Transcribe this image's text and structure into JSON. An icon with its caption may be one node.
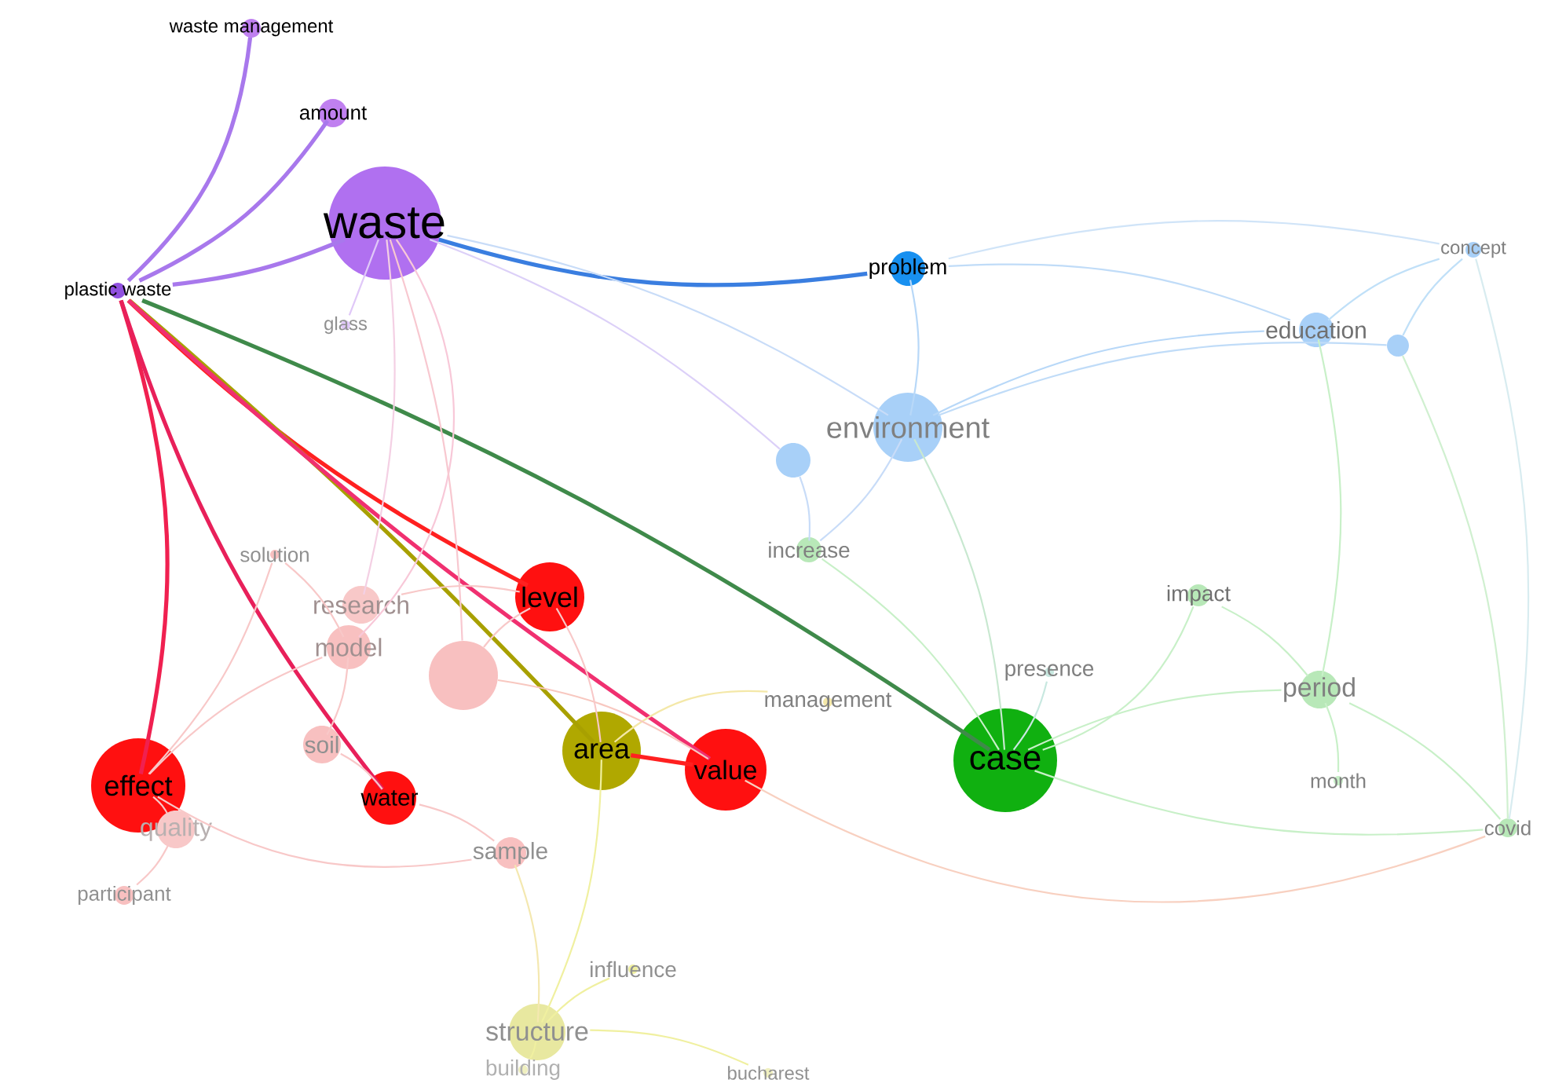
{
  "diagram": {
    "nodes": [
      {
        "text": [
          "waste management"
        ]
      },
      {
        "text": [
          "amount"
        ]
      },
      {
        "text": [
          "waste"
        ]
      },
      {
        "text": [
          "plastic waste"
        ]
      },
      {
        "text": [
          "glass"
        ]
      },
      {
        "text": [
          "problem"
        ]
      },
      {
        "text": [
          "concept"
        ]
      },
      {
        "text": [
          "education"
        ]
      },
      {
        "text": [],
        "shape": "circle"
      },
      {
        "text": [
          "environment"
        ]
      },
      {
        "text": [],
        "shape": "circle"
      },
      {
        "text": [
          "solution"
        ]
      },
      {
        "text": [
          "increase"
        ]
      },
      {
        "text": [
          "research"
        ]
      },
      {
        "text": [
          "level"
        ]
      },
      {
        "text": [
          "model"
        ]
      },
      {
        "text": [],
        "shape": "circle"
      },
      {
        "text": [
          "impact"
        ]
      },
      {
        "text": [
          "presence"
        ]
      },
      {
        "text": [
          "management"
        ]
      },
      {
        "text": [
          "period"
        ]
      },
      {
        "text": [
          "soil"
        ]
      },
      {
        "text": [
          "effect"
        ]
      },
      {
        "text": [
          "area"
        ]
      },
      {
        "text": [
          "value"
        ]
      },
      {
        "text": [
          "case"
        ]
      },
      {
        "text": [
          "water"
        ]
      },
      {
        "text": [
          "quality"
        ]
      },
      {
        "text": [
          "month"
        ]
      },
      {
        "text": [
          "covid"
        ]
      },
      {
        "text": [
          "sample"
        ]
      },
      {
        "text": [
          "participant"
        ]
      },
      {
        "text": [
          "influence"
        ]
      },
      {
        "text": [
          "structure"
        ]
      },
      {
        "text": [
          "building"
        ]
      },
      {
        "text": [
          "bucharest"
        ]
      }
    ],
    "edges": [
      {
        "from": 3,
        "to": 2,
        "arrow": "none",
        "style": "thick",
        "color": "#a878ec"
      },
      {
        "from": 3,
        "to": 0,
        "arrow": "none",
        "style": "thick",
        "color": "#a878ec"
      },
      {
        "from": 3,
        "to": 1,
        "arrow": "none",
        "style": "thick",
        "color": "#a878ec"
      },
      {
        "from": 2,
        "to": 5,
        "arrow": "none",
        "style": "thick",
        "color": "#3a7ee0"
      },
      {
        "from": 3,
        "to": 14,
        "arrow": "none",
        "style": "thick",
        "color": "#ff2020"
      },
      {
        "from": 3,
        "to": 22,
        "arrow": "none",
        "style": "thick",
        "color": "#f02050"
      },
      {
        "from": 3,
        "to": 26,
        "arrow": "none",
        "style": "thick",
        "color": "#e8205a"
      },
      {
        "from": 3,
        "to": 23,
        "arrow": "none",
        "style": "thick",
        "color": "#a8a000"
      },
      {
        "from": 3,
        "to": 24,
        "arrow": "none",
        "style": "thick",
        "color": "#f03070"
      },
      {
        "from": 3,
        "to": 25,
        "arrow": "none",
        "style": "thick",
        "color": "#3f8a4a"
      },
      {
        "from": 23,
        "to": 24,
        "arrow": "none",
        "style": "thick",
        "color": "#ff2020"
      },
      {
        "from": 2,
        "to": 9,
        "arrow": "none",
        "color": "#c8dcf8"
      },
      {
        "from": 2,
        "to": 10,
        "arrow": "none",
        "color": "#dcd0f8"
      },
      {
        "from": 2,
        "to": 15,
        "arrow": "none",
        "color": "#f8c8d8"
      },
      {
        "from": 2,
        "to": 16,
        "arrow": "none",
        "color": "#f8c8d0"
      },
      {
        "from": 2,
        "to": 13,
        "arrow": "none",
        "color": "#f4d0e4"
      },
      {
        "from": 2,
        "to": 4,
        "arrow": "none",
        "color": "#e0c8f8"
      },
      {
        "from": 5,
        "to": 9,
        "arrow": "none",
        "color": "#b8d8f8"
      },
      {
        "from": 5,
        "to": 7,
        "arrow": "none",
        "color": "#c0dcf8"
      },
      {
        "from": 5,
        "to": 6,
        "arrow": "none",
        "color": "#d0e4f8"
      },
      {
        "from": 9,
        "to": 7,
        "arrow": "none",
        "color": "#b8d8f8"
      },
      {
        "from": 9,
        "to": 8,
        "arrow": "none",
        "color": "#c0dcf8"
      },
      {
        "from": 7,
        "to": 6,
        "arrow": "none",
        "color": "#c0e0f8"
      },
      {
        "from": 8,
        "to": 6,
        "arrow": "none",
        "color": "#c0e0f8"
      },
      {
        "from": 7,
        "to": 20,
        "arrow": "none",
        "color": "#c8f0c8"
      },
      {
        "from": 8,
        "to": 29,
        "arrow": "none",
        "color": "#d0f0d0"
      },
      {
        "from": 6,
        "to": 29,
        "arrow": "none",
        "color": "#d8ecf0"
      },
      {
        "from": 9,
        "to": 12,
        "arrow": "none",
        "color": "#c8dcf8"
      },
      {
        "from": 9,
        "to": 25,
        "arrow": "none",
        "color": "#c8e8d0"
      },
      {
        "from": 10,
        "to": 12,
        "arrow": "none",
        "color": "#c8dcf8"
      },
      {
        "from": 12,
        "to": 25,
        "arrow": "none",
        "color": "#c8f0c8"
      },
      {
        "from": 17,
        "to": 20,
        "arrow": "none",
        "color": "#c8f0c8"
      },
      {
        "from": 20,
        "to": 29,
        "arrow": "none",
        "color": "#c8f0c8"
      },
      {
        "from": 20,
        "to": 28,
        "arrow": "none",
        "color": "#c8f0c8"
      },
      {
        "from": 25,
        "to": 20,
        "arrow": "none",
        "color": "#c8f0c8"
      },
      {
        "from": 25,
        "to": 17,
        "arrow": "none",
        "color": "#c8f0c8"
      },
      {
        "from": 18,
        "to": 25,
        "arrow": "none",
        "color": "#c8e8e0"
      },
      {
        "from": 19,
        "to": 23,
        "arrow": "none",
        "color": "#f4e8a8"
      },
      {
        "from": 16,
        "to": 24,
        "arrow": "none",
        "color": "#f8c8c0"
      },
      {
        "from": 15,
        "to": 21,
        "arrow": "none",
        "color": "#f8c8c8"
      },
      {
        "from": 21,
        "to": 26,
        "arrow": "none",
        "color": "#f8c8c8"
      },
      {
        "from": 22,
        "to": 27,
        "arrow": "none",
        "color": "#f8c8c8"
      },
      {
        "from": 27,
        "to": 31,
        "arrow": "none",
        "color": "#f8c8c8"
      },
      {
        "from": 22,
        "to": 15,
        "arrow": "none",
        "color": "#f8c8c8"
      },
      {
        "from": 16,
        "to": 14,
        "arrow": "none",
        "color": "#f8c8c8"
      },
      {
        "from": 23,
        "to": 33,
        "arrow": "none",
        "color": "#f0f0a0"
      },
      {
        "from": 33,
        "to": 34,
        "arrow": "none",
        "color": "#f0f0a0"
      },
      {
        "from": 33,
        "to": 32,
        "arrow": "none",
        "color": "#f0f0a0"
      },
      {
        "from": 33,
        "to": 35,
        "arrow": "none",
        "color": "#f0f0a0"
      },
      {
        "from": 30,
        "to": 33,
        "arrow": "none",
        "color": "#f4e8b0"
      },
      {
        "from": 26,
        "to": 30,
        "arrow": "none",
        "color": "#f8c8c8"
      },
      {
        "from": 22,
        "to": 30,
        "arrow": "none",
        "color": "#f8c8c8"
      },
      {
        "from": 11,
        "to": 22,
        "arrow": "none",
        "color": "#f8c8c8"
      },
      {
        "from": 11,
        "to": 15,
        "arrow": "none",
        "color": "#f8c8c8"
      },
      {
        "from": 13,
        "to": 14,
        "arrow": "none",
        "color": "#f8c8c8"
      },
      {
        "from": 24,
        "to": 29,
        "arrow": "none",
        "color": "#f8d0c0"
      },
      {
        "from": 25,
        "to": 29,
        "arrow": "none",
        "color": "#c8f0c8"
      },
      {
        "from": 14,
        "to": 23,
        "arrow": "none",
        "color": "#f8c8c8"
      }
    ]
  }
}
